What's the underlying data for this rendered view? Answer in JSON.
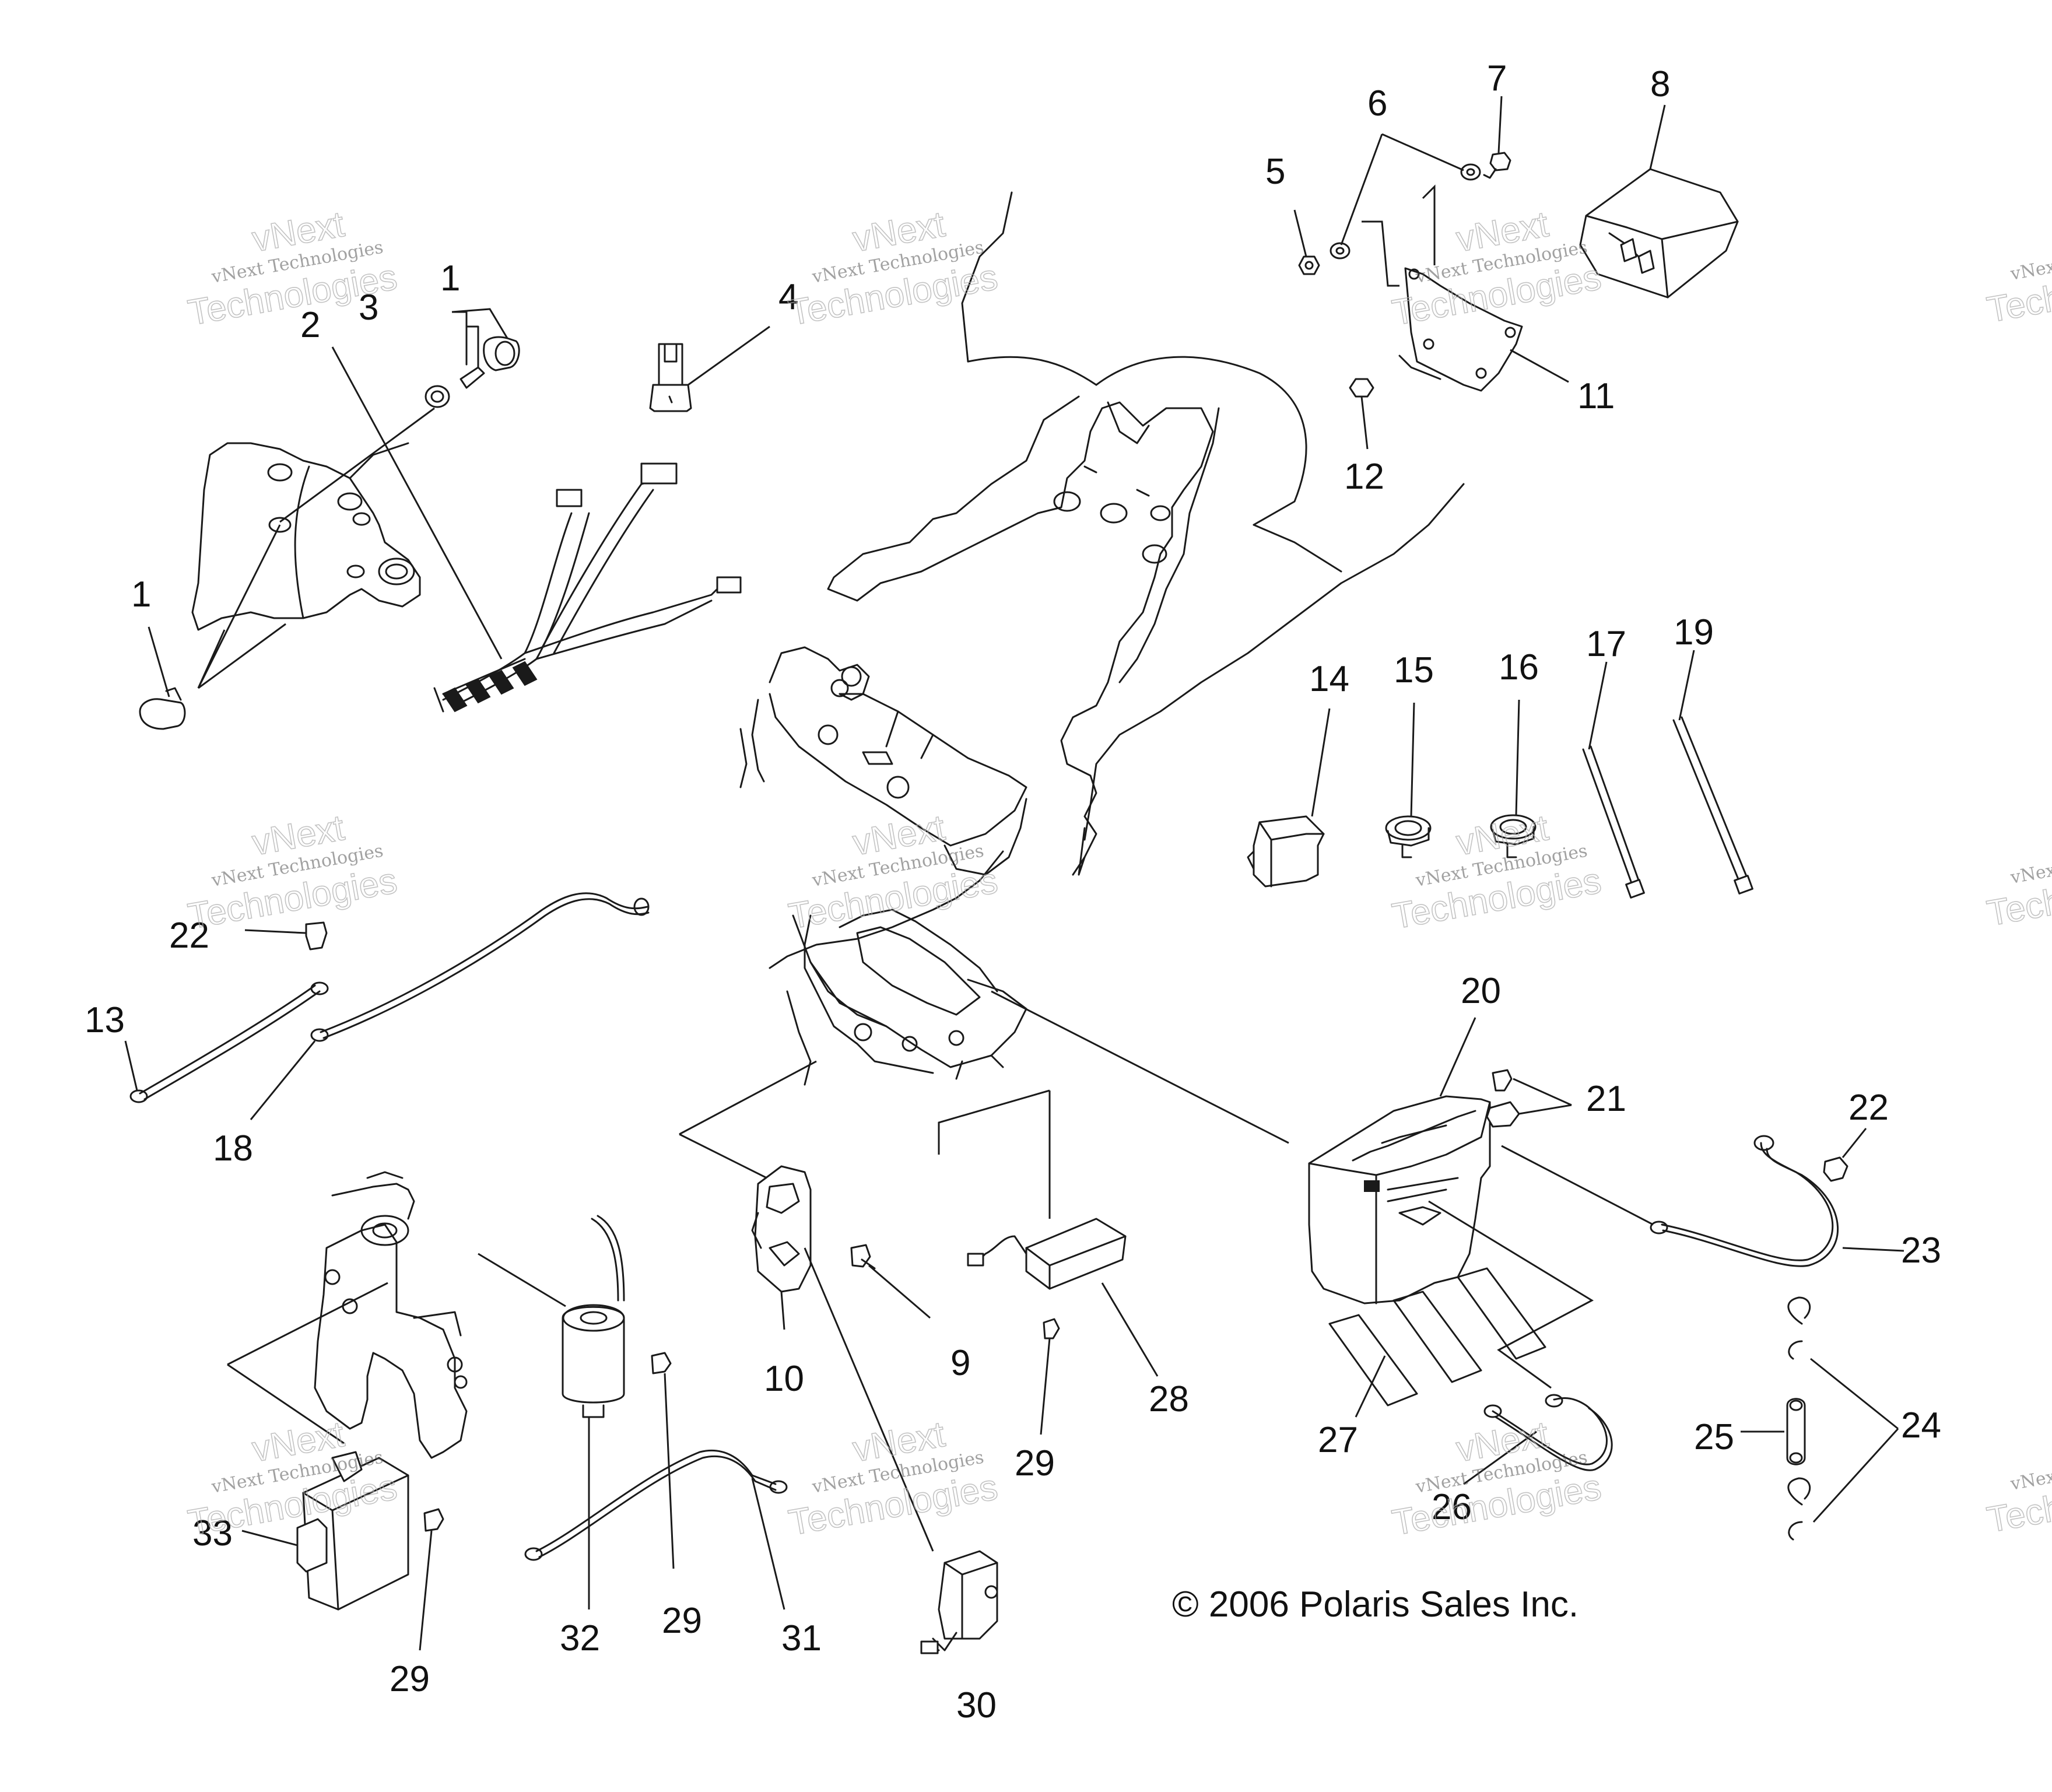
{
  "diagram": {
    "callouts": [
      {
        "id": "c1a",
        "text": "1"
      },
      {
        "id": "c1b",
        "text": "1"
      },
      {
        "id": "c2",
        "text": "2"
      },
      {
        "id": "c3",
        "text": "3"
      },
      {
        "id": "c4",
        "text": "4"
      },
      {
        "id": "c5",
        "text": "5"
      },
      {
        "id": "c6",
        "text": "6"
      },
      {
        "id": "c7",
        "text": "7"
      },
      {
        "id": "c8",
        "text": "8"
      },
      {
        "id": "c9",
        "text": "9"
      },
      {
        "id": "c10",
        "text": "10"
      },
      {
        "id": "c11",
        "text": "11"
      },
      {
        "id": "c12",
        "text": "12"
      },
      {
        "id": "c13",
        "text": "13"
      },
      {
        "id": "c14",
        "text": "14"
      },
      {
        "id": "c15",
        "text": "15"
      },
      {
        "id": "c16",
        "text": "16"
      },
      {
        "id": "c17",
        "text": "17"
      },
      {
        "id": "c18",
        "text": "18"
      },
      {
        "id": "c19",
        "text": "19"
      },
      {
        "id": "c20",
        "text": "20"
      },
      {
        "id": "c21",
        "text": "21"
      },
      {
        "id": "c22a",
        "text": "22"
      },
      {
        "id": "c22b",
        "text": "22"
      },
      {
        "id": "c23",
        "text": "23"
      },
      {
        "id": "c24",
        "text": "24"
      },
      {
        "id": "c25",
        "text": "25"
      },
      {
        "id": "c26",
        "text": "26"
      },
      {
        "id": "c27",
        "text": "27"
      },
      {
        "id": "c28",
        "text": "28"
      },
      {
        "id": "c29a",
        "text": "29"
      },
      {
        "id": "c29b",
        "text": "29"
      },
      {
        "id": "c29c",
        "text": "29"
      },
      {
        "id": "c30",
        "text": "30"
      },
      {
        "id": "c31",
        "text": "31"
      },
      {
        "id": "c32",
        "text": "32"
      },
      {
        "id": "c33",
        "text": "33"
      }
    ],
    "copyright": "© 2006 Polaris Sales Inc.",
    "watermark": {
      "line1": "vNext Technologies",
      "line2": "vNext",
      "line3": "Technologies"
    }
  }
}
